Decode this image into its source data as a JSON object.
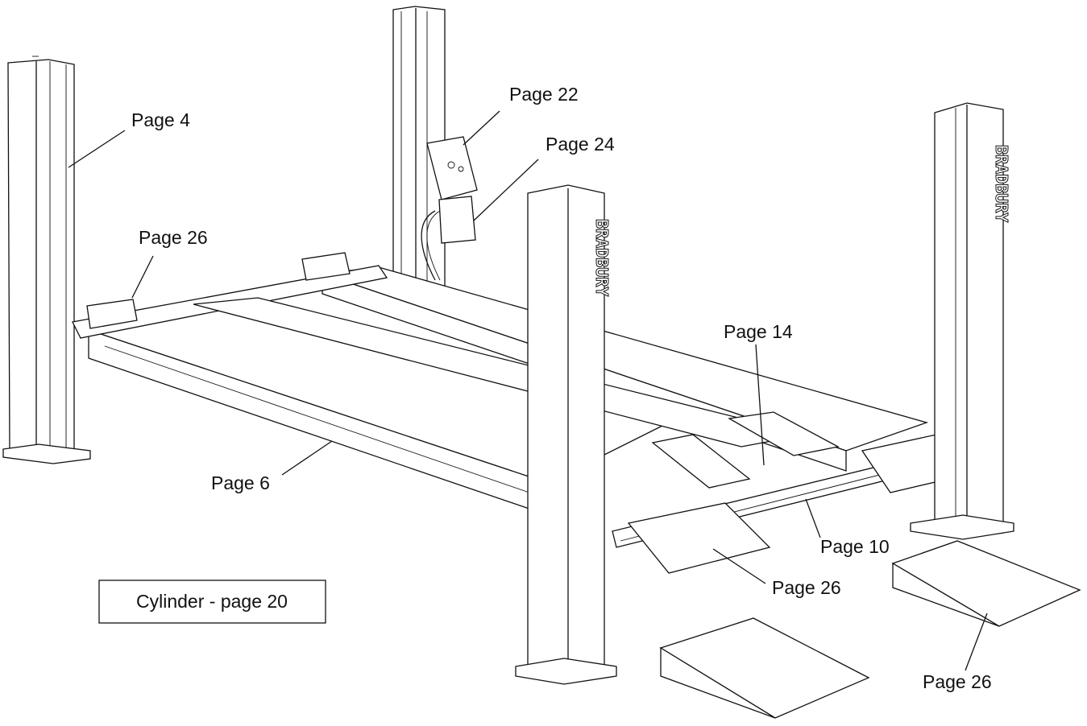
{
  "callouts": {
    "posts": "Page 4",
    "control_box": "Page 22",
    "power_unit": "Page 24",
    "rear_chocks": "Page 26",
    "jacking_beam": "Page 14",
    "runway": "Page 6",
    "cross_member": "Page 10",
    "front_ramp": "Page 26",
    "side_ramp": "Page 26"
  },
  "cylinder_box": "Cylinder - page 20",
  "brand_text": "BRADBURY"
}
